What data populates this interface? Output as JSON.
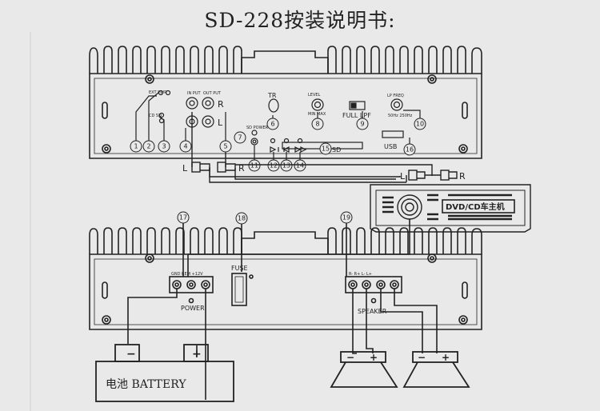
{
  "title": "SD-228按装说明书:",
  "amp_top": {
    "labels": {
      "ext_pwr": "EXT PWR",
      "cd_sd": "CD SD",
      "in_put": "IN PUT",
      "out_put": "OUT PUT",
      "r": "R",
      "l": "L",
      "tr": "TR",
      "level": "LEVEL",
      "min_max": "MIN  MAX",
      "full_lpf": "FULL  LPF",
      "lp_freq": "LP FREQ",
      "freq_range": "50Hz  250Hz",
      "sd_power": "SD POWER",
      "sd": "SD",
      "usb": "USB"
    },
    "numbers": [
      "1",
      "2",
      "3",
      "4",
      "5",
      "6",
      "7",
      "8",
      "9",
      "10",
      "11",
      "12",
      "13",
      "14",
      "15",
      "16"
    ]
  },
  "rca": {
    "l1": "L",
    "r1": "R",
    "l2": "L",
    "r2": "R"
  },
  "head_unit": {
    "display": "DVD/CD车主机"
  },
  "amp_bottom": {
    "numbers": [
      "17",
      "18",
      "19"
    ],
    "fuse": "FUSE",
    "power_terms": "GND  REM  +12V",
    "power": "POWER",
    "speaker_terms": "R-  R+  L-  L+",
    "speaker": "SPEAKER"
  },
  "battery": {
    "label": "电池  BATTERY",
    "neg": "−",
    "pos": "+"
  },
  "speakers": {
    "neg": "−",
    "pos": "+"
  }
}
